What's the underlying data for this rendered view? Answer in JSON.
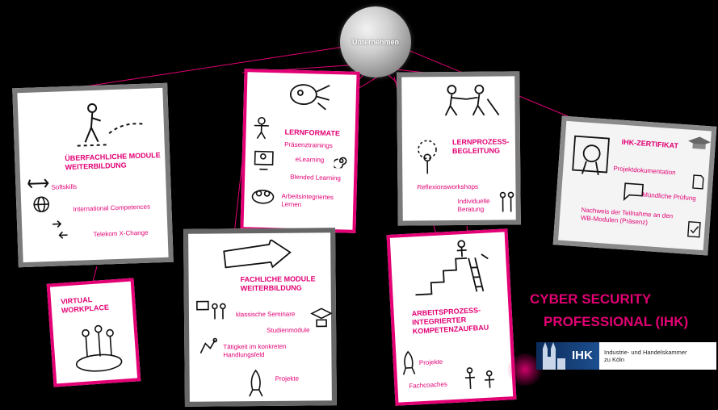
{
  "hub": {
    "label": "Unternehmen"
  },
  "cards": {
    "ueberfachlich": {
      "heading_1": "ÜBERFACHLICHE MODULE",
      "heading_2": "WEITERBILDUNG",
      "items": [
        "Softskills",
        "International Competences",
        "Telekom X-Change"
      ]
    },
    "lernformate": {
      "heading": "LERNFORMATE",
      "items": [
        "Präsenztrainings",
        "eLearning",
        "Blended Learning",
        "Arbeitsintegriertes",
        "Lernen"
      ]
    },
    "lernprozess": {
      "heading_1": "LERNPROZESS-",
      "heading_2": "BEGLEITUNG",
      "items": [
        "Reflexionsworkshops",
        "Individuelle",
        "Beratung"
      ]
    },
    "ihk_zertifikat": {
      "heading": "IHK-ZERTIFIKAT",
      "items": [
        "Projektdokumentation",
        "Mündliche Prüfung",
        "Nachweis der Teilnahme an den",
        "WB-Modulen (Präsenz)"
      ]
    },
    "virtual": {
      "heading": "VIRTUAL WORKPLACE"
    },
    "fachlich": {
      "heading_1": "FACHLICHE MODULE",
      "heading_2": "WEITERBILDUNG",
      "items": [
        "klassische Seminare",
        "Studienmodule",
        "Tätigkeit im konkreten",
        "Handlungsfeld",
        "Projekte"
      ]
    },
    "arbeitsprozess": {
      "heading_1": "ARBEITSPROZESS-",
      "heading_2": "INTEGRIERTER",
      "heading_3": "KOMPETENZAUFBAU",
      "items": [
        "Projekte",
        "Fachcoaches"
      ]
    }
  },
  "title": {
    "line_1": "CYBER SECURITY",
    "line_2": "PROFESSIONAL (IHK)"
  },
  "ihk_logo": {
    "word": "IHK",
    "line_1": "Industrie- und Handelskammer",
    "line_2": "zu Köln"
  },
  "colors": {
    "accent": "#e20074",
    "background": "#000000",
    "card": "#ffffff",
    "grey_border": "#7a7a7a"
  }
}
